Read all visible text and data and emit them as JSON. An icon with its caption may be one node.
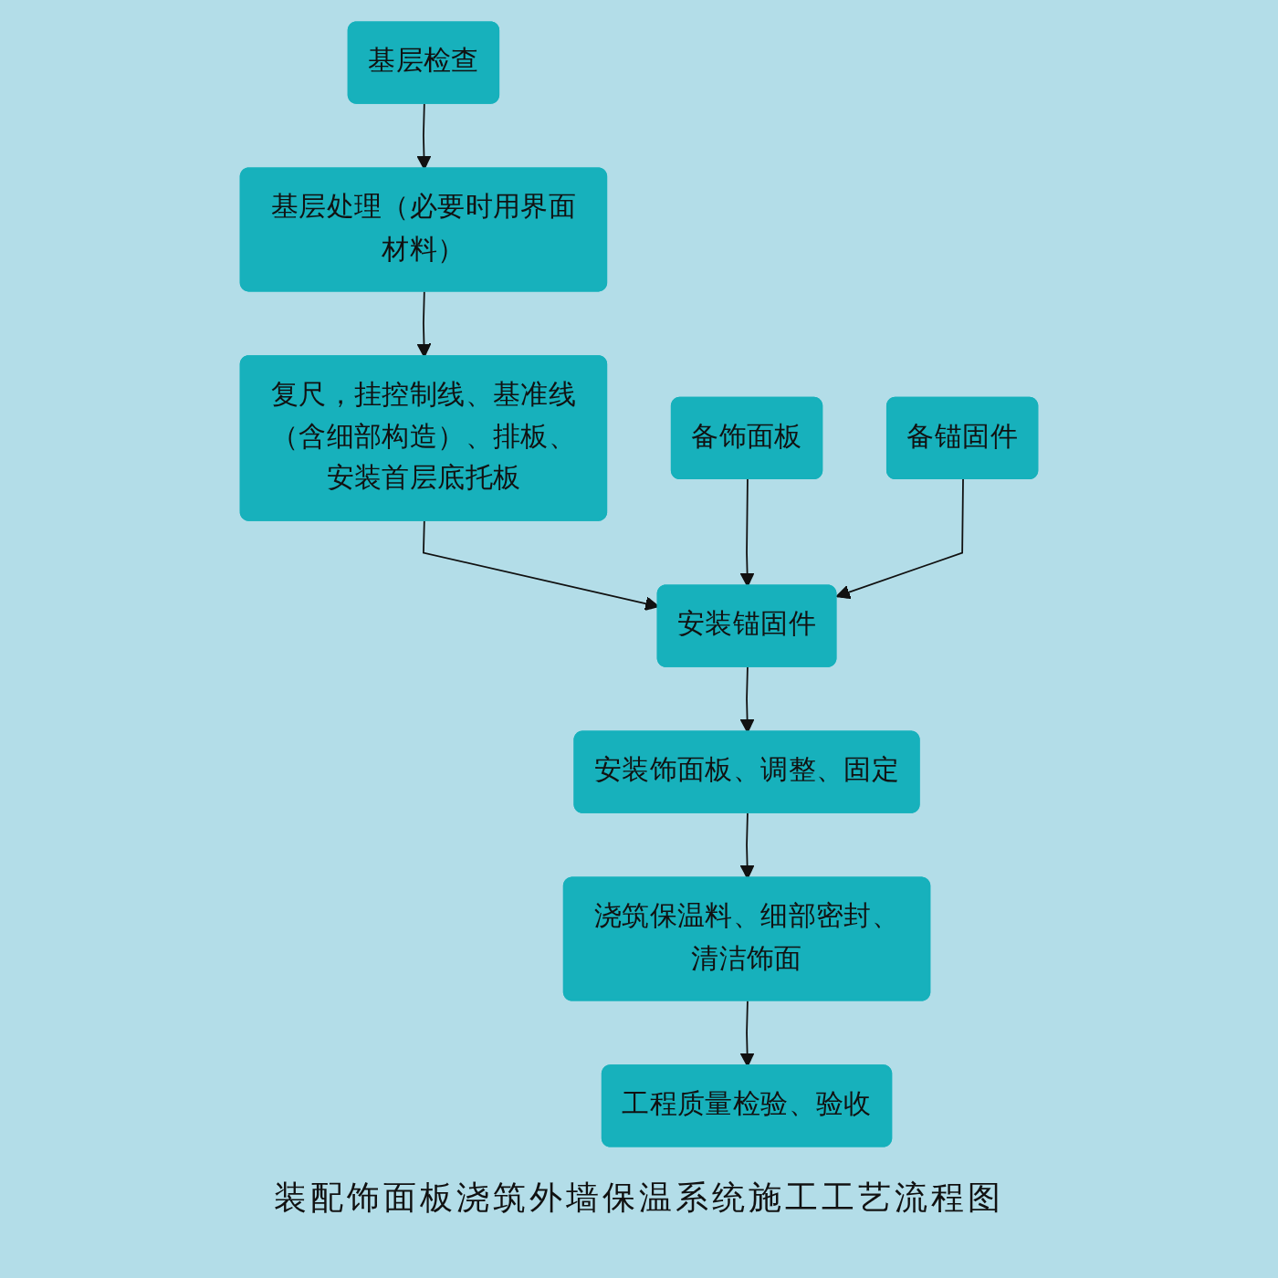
{
  "diagram": {
    "caption": "装配饰面板浇筑外墙保温系统施工工艺流程图",
    "nodes": [
      {
        "text": [
          "基层检查"
        ]
      },
      {
        "text": [
          "基层处理（必要时用界面材料）"
        ]
      },
      {
        "text": [
          "复尺，挂控制线、基准线（含细部构造）、排板、安装首层底托板"
        ]
      },
      {
        "text": [
          "备饰面板"
        ]
      },
      {
        "text": [
          "安装锚固件"
        ]
      },
      {
        "text": [
          "备锚固件"
        ]
      },
      {
        "text": [
          "安装饰面板、调整、固定"
        ]
      },
      {
        "text": [
          "浇筑保温料、细部密封、清洁饰面"
        ]
      },
      {
        "text": [
          "工程质量检验、验收"
        ]
      }
    ],
    "edges": [
      {
        "from": 0,
        "to": 1,
        "arrow": "to"
      },
      {
        "from": 1,
        "to": 2,
        "arrow": "to"
      },
      {
        "from": 2,
        "to": 4,
        "arrow": "to"
      },
      {
        "from": 3,
        "to": 4,
        "arrow": "to"
      },
      {
        "from": 5,
        "to": 4,
        "arrow": "to"
      },
      {
        "from": 4,
        "to": 6,
        "arrow": "to"
      },
      {
        "from": 6,
        "to": 7,
        "arrow": "to"
      },
      {
        "from": 7,
        "to": 8,
        "arrow": "to"
      }
    ]
  }
}
